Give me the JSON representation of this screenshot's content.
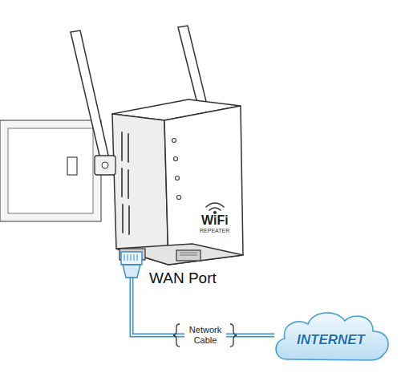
{
  "diagram": {
    "nodes": [
      {
        "text": [
          "WiFi",
          "REPEATER"
        ]
      },
      {
        "text": [
          "INTERNET"
        ]
      }
    ],
    "edges": [
      {
        "from": 0,
        "to": 1,
        "arrow": "none",
        "label": "Network Cable"
      }
    ],
    "labels": [
      "WAN Port"
    ]
  }
}
